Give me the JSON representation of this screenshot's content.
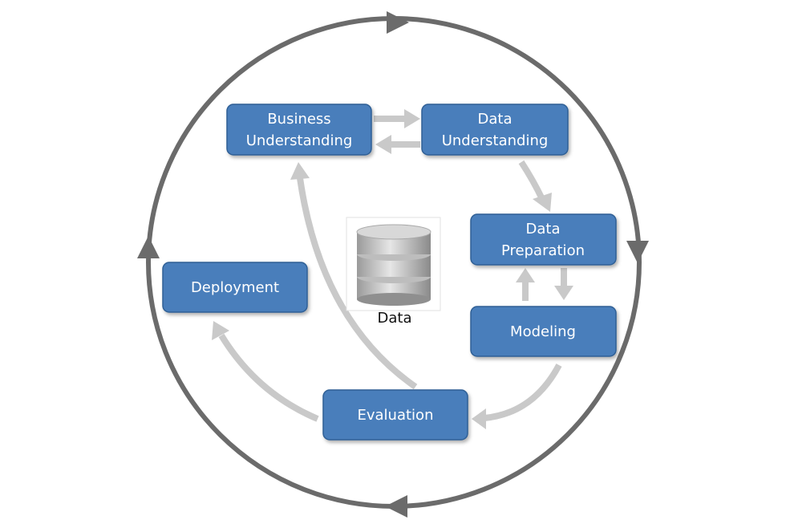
{
  "diagram": {
    "phases": {
      "business_understanding": [
        "Business",
        "Understanding"
      ],
      "data_understanding": [
        "Data",
        "Understanding"
      ],
      "data_preparation": [
        "Data",
        "Preparation"
      ],
      "modeling": "Modeling",
      "evaluation": "Evaluation",
      "deployment": "Deployment"
    },
    "data_store_label": "Data",
    "colors": {
      "box": "#4a7ebb",
      "box_border": "#2f5f95",
      "flow_arrow": "#c9c9c9",
      "cycle_ring": "#6b6b6b"
    }
  }
}
